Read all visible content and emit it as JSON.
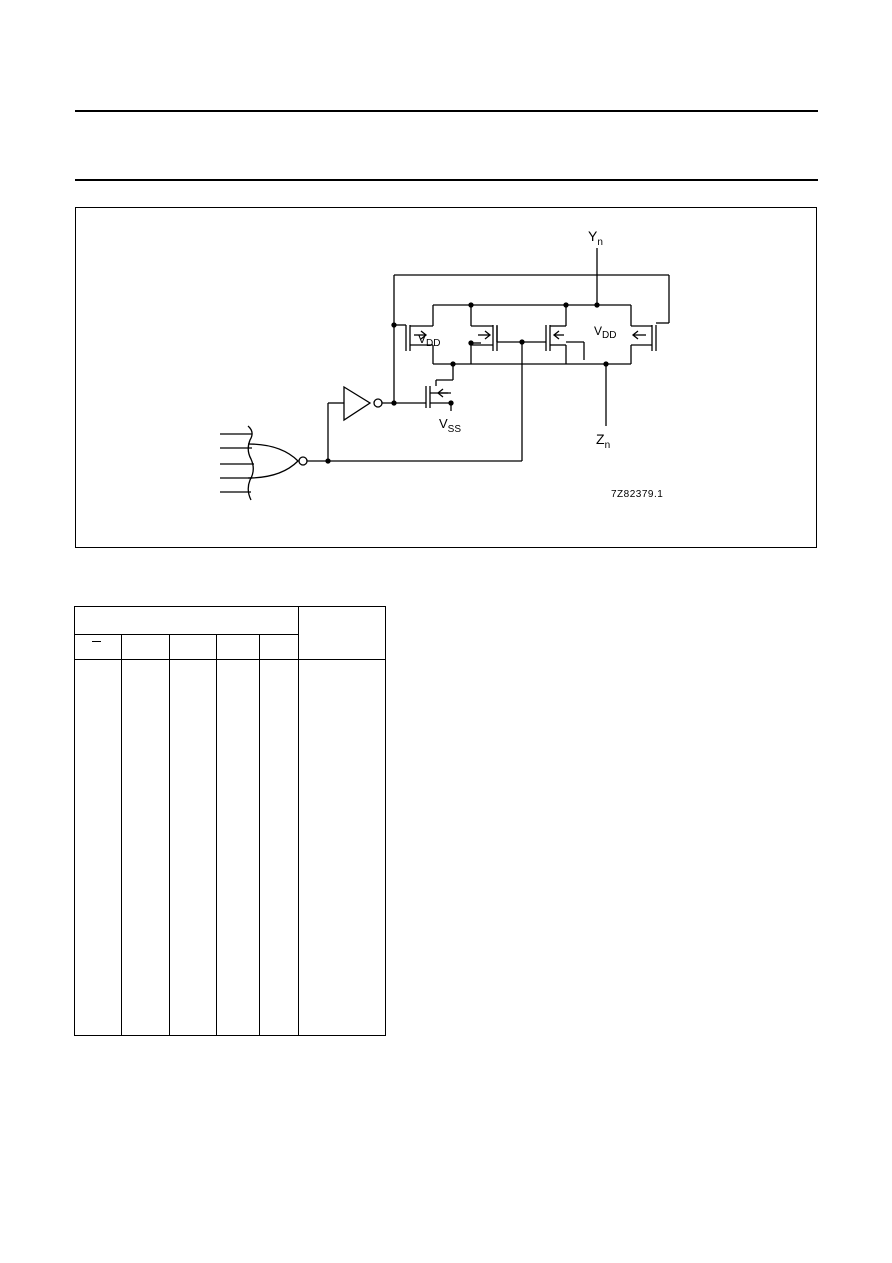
{
  "figure": {
    "labels": {
      "yn_main": "Y",
      "yn_sub": "n",
      "zn_main": "Z",
      "zn_sub": "n",
      "vdd_left_main": "V",
      "vdd_left_sub": "DD",
      "vdd_right_main": "V",
      "vdd_right_sub": "DD",
      "vss_main": "V",
      "vss_sub": "SS"
    },
    "reference_code": "7Z82379.1"
  },
  "table": {
    "header_group": "",
    "header_output": "",
    "columns": [
      "",
      "",
      "",
      "",
      ""
    ]
  }
}
